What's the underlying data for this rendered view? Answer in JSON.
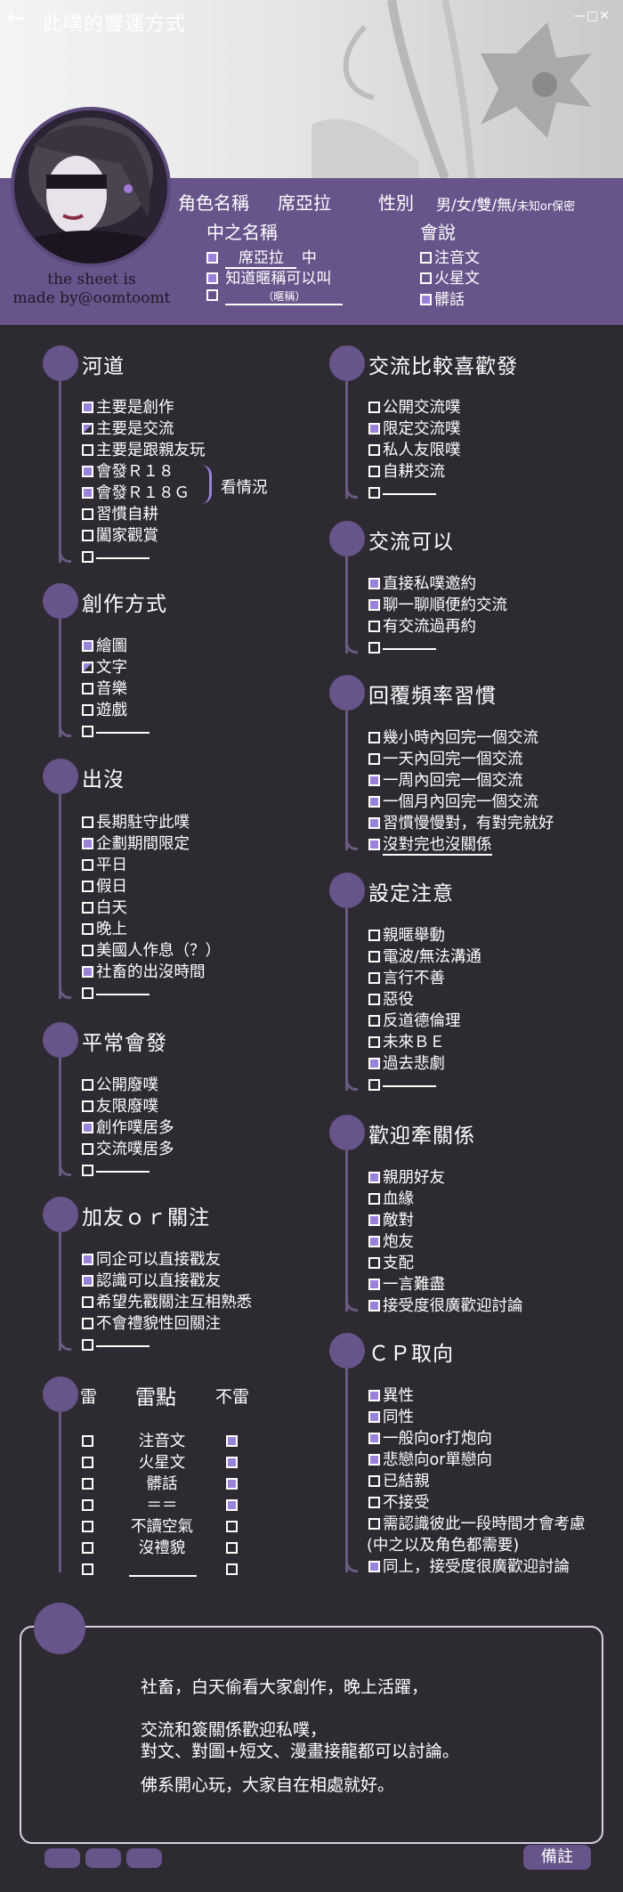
{
  "header": {
    "back_glyph": "←",
    "title": "此噗的響運方式",
    "window_controls": "—□✕",
    "credit_line1": "the sheet is",
    "credit_line2": "made by@oomtoomt",
    "name_label": "角色名稱",
    "name_value": "席亞拉",
    "gender_label": "性別",
    "gender_options": "男/女/雙/無/",
    "gender_small": "未知or保密",
    "cn_name_label": "中之名稱",
    "cn_name_value": "席亞拉",
    "cn_name_suffix": "中",
    "nickname_label": "知道暱稱可以叫",
    "nickname_hint": "（暱稱）",
    "speak_label": "會說",
    "speak_items": [
      {
        "label": "注音文",
        "checked": false
      },
      {
        "label": "火星文",
        "checked": false
      },
      {
        "label": "髒話",
        "checked": true
      }
    ]
  },
  "sections": {
    "hedao": {
      "title": "河道",
      "items": [
        {
          "label": "主要是創作",
          "state": "on"
        },
        {
          "label": "主要是交流",
          "state": "half"
        },
        {
          "label": "主要是跟親友玩",
          "state": "off"
        },
        {
          "label": "會發Ｒ１８",
          "state": "on"
        },
        {
          "label": "會發Ｒ１８Ｇ",
          "state": "on"
        },
        {
          "label": "習慣自耕",
          "state": "off"
        },
        {
          "label": "闔家觀賞",
          "state": "off"
        },
        {
          "label": "",
          "state": "off",
          "blank": true
        }
      ],
      "note": "看情況"
    },
    "chuangzuo": {
      "title": "創作方式",
      "items": [
        {
          "label": "繪圖",
          "state": "on"
        },
        {
          "label": "文字",
          "state": "half"
        },
        {
          "label": "音樂",
          "state": "off"
        },
        {
          "label": "遊戲",
          "state": "off"
        },
        {
          "label": "",
          "state": "off",
          "blank": true
        }
      ]
    },
    "chumo": {
      "title": "出沒",
      "items": [
        {
          "label": "長期駐守此噗",
          "state": "off"
        },
        {
          "label": "企劃期間限定",
          "state": "on"
        },
        {
          "label": "平日",
          "state": "off"
        },
        {
          "label": "假日",
          "state": "off"
        },
        {
          "label": "白天",
          "state": "off"
        },
        {
          "label": "晚上",
          "state": "off"
        },
        {
          "label": "美國人作息（？）",
          "state": "off"
        },
        {
          "label": "社畜的出沒時間",
          "state": "on"
        },
        {
          "label": "",
          "state": "off",
          "blank": true
        }
      ]
    },
    "pingchang": {
      "title": "平常會發",
      "items": [
        {
          "label": "公開廢噗",
          "state": "off"
        },
        {
          "label": "友限廢噗",
          "state": "off"
        },
        {
          "label": "創作噗居多",
          "state": "on"
        },
        {
          "label": "交流噗居多",
          "state": "off"
        },
        {
          "label": "",
          "state": "off",
          "blank": true
        }
      ]
    },
    "jiayou": {
      "title": "加友ｏｒ關注",
      "items": [
        {
          "label": "同企可以直接戳友",
          "state": "on"
        },
        {
          "label": "認識可以直接戳友",
          "state": "on"
        },
        {
          "label": "希望先戳關注互相熟悉",
          "state": "off"
        },
        {
          "label": "不會禮貌性回關注",
          "state": "off"
        },
        {
          "label": "",
          "state": "off",
          "blank": true
        }
      ]
    },
    "jiaoliu_pref": {
      "title": "交流比較喜歡發",
      "items": [
        {
          "label": "公開交流噗",
          "state": "off"
        },
        {
          "label": "限定交流噗",
          "state": "on"
        },
        {
          "label": "私人友限噗",
          "state": "off"
        },
        {
          "label": "自耕交流",
          "state": "off"
        },
        {
          "label": "",
          "state": "off",
          "blank": true
        }
      ]
    },
    "jiaoliu_ok": {
      "title": "交流可以",
      "items": [
        {
          "label": "直接私噗邀約",
          "state": "on"
        },
        {
          "label": "聊一聊順便約交流",
          "state": "on"
        },
        {
          "label": "有交流過再約",
          "state": "off"
        },
        {
          "label": "",
          "state": "off",
          "blank": true
        }
      ]
    },
    "huifu": {
      "title": "回覆頻率習慣",
      "items": [
        {
          "label": "幾小時內回完一個交流",
          "state": "off"
        },
        {
          "label": "一天內回完一個交流",
          "state": "off"
        },
        {
          "label": "一周內回完一個交流",
          "state": "on"
        },
        {
          "label": "一個月內回完一個交流",
          "state": "on"
        },
        {
          "label": "習慣慢慢對，有對完就好",
          "state": "on"
        },
        {
          "label": "沒對完也沒關係",
          "state": "on",
          "underline": true
        }
      ]
    },
    "sheding": {
      "title": "設定注意",
      "items": [
        {
          "label": "親暱舉動",
          "state": "off"
        },
        {
          "label": "電波/無法溝通",
          "state": "off"
        },
        {
          "label": "言行不善",
          "state": "off"
        },
        {
          "label": "惡役",
          "state": "off"
        },
        {
          "label": "反道德倫理",
          "state": "off"
        },
        {
          "label": "未來ＢＥ",
          "state": "off"
        },
        {
          "label": "過去悲劇",
          "state": "on"
        },
        {
          "label": "",
          "state": "off",
          "blank": true
        }
      ]
    },
    "huanying": {
      "title": "歡迎牽關係",
      "items": [
        {
          "label": "親朋好友",
          "state": "on"
        },
        {
          "label": "血緣",
          "state": "off"
        },
        {
          "label": "敵對",
          "state": "on"
        },
        {
          "label": "炮友",
          "state": "on"
        },
        {
          "label": "支配",
          "state": "off"
        },
        {
          "label": "一言難盡",
          "state": "on"
        },
        {
          "label": "接受度很廣歡迎討論",
          "state": "on",
          "underline_part": "接受度"
        }
      ]
    },
    "cp": {
      "title": "ＣＰ取向",
      "items": [
        {
          "label": "異性",
          "state": "on"
        },
        {
          "label": "同性",
          "state": "on"
        },
        {
          "label": "一般向or打炮向",
          "state": "on"
        },
        {
          "label": "悲戀向or單戀向",
          "state": "on"
        },
        {
          "label": "已結親",
          "state": "off"
        },
        {
          "label": "不接受",
          "state": "off"
        },
        {
          "label": "需認識彼此一段時間才會考慮",
          "state": "off"
        },
        {
          "label": "(中之以及角色都需要)",
          "state": "none"
        },
        {
          "label": "同上，接受度很廣歡迎討論",
          "state": "on",
          "underline_part": "同上，接"
        }
      ]
    }
  },
  "lei": {
    "label_lei": "雷",
    "title": "雷點",
    "label_bulei": "不雷",
    "rows": [
      {
        "label": "注音文",
        "lei": false,
        "bulei": true
      },
      {
        "label": "火星文",
        "lei": false,
        "bulei": true
      },
      {
        "label": "髒話",
        "lei": false,
        "bulei": true
      },
      {
        "label": "＝＝",
        "lei": false,
        "bulei": true
      },
      {
        "label": "不讀空氣",
        "lei": false,
        "bulei": false
      },
      {
        "label": "沒禮貌",
        "lei": false,
        "bulei": false
      },
      {
        "label": "",
        "lei": false,
        "bulei": false,
        "blank": true
      }
    ]
  },
  "notes": {
    "line1": "社畜，白天偷看大家創作，晚上活躍，",
    "line2": "交流和簽關係歡迎私噗，",
    "line3": "對文、對圖+短文、漫畫接龍都可以討論。",
    "line4": "佛系開心玩，大家自在相處就好。",
    "remark_button": "備註"
  },
  "colors": {
    "accent": "#9a82da",
    "band": "#66548a",
    "bg": "#2e2a32"
  }
}
